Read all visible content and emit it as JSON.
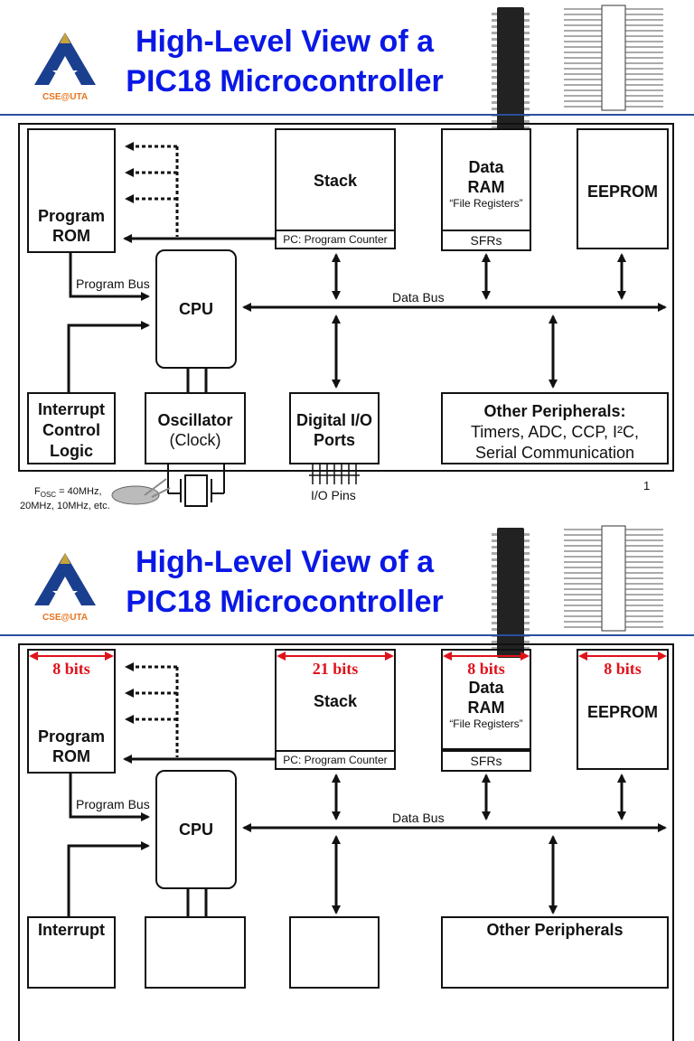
{
  "slides": [
    {
      "title_line1": "High-Level View of a",
      "title_line2": "PIC18 Microcontroller",
      "logo_text": "CSE@UTA",
      "blocks": {
        "program_rom": "Program ROM",
        "stack": "Stack",
        "pc": "PC: Program Counter",
        "data_ram": "Data RAM",
        "file_registers": "“File Registers”",
        "sfrs": "SFRs",
        "eeprom": "EEPROM",
        "cpu": "CPU",
        "interrupt": "Interrupt Control Logic",
        "oscillator": "Oscillator",
        "clock": "(Clock)",
        "digital_io": "Digital I/O Ports",
        "other_title": "Other Peripherals:",
        "other_line1": "Timers, ADC, CCP, I²C,",
        "other_line2": "Serial Communication"
      },
      "labels": {
        "program_bus": "Program Bus",
        "data_bus": "Data Bus",
        "io_pins": "I/O Pins",
        "fosc": "F",
        "fosc_sub": "OSC",
        "fosc_rest": " = 40MHz,",
        "fosc_line2": "20MHz, 10MHz, etc."
      },
      "page_number": "1",
      "bit_widths": null
    },
    {
      "title_line1": "High-Level View of a",
      "title_line2": "PIC18 Microcontroller",
      "logo_text": "CSE@UTA",
      "blocks": {
        "program_rom": "Program ROM",
        "stack": "Stack",
        "pc": "PC: Program Counter",
        "data_ram": "Data RAM",
        "file_registers": "“File Registers”",
        "sfrs": "SFRs",
        "eeprom": "EEPROM",
        "cpu": "CPU",
        "interrupt": "Interrupt",
        "oscillator": "",
        "clock": "",
        "digital_io": "",
        "other_title": "Other Peripherals",
        "other_line1": "",
        "other_line2": ""
      },
      "labels": {
        "program_bus": "Program Bus",
        "data_bus": "Data Bus"
      },
      "bit_widths": {
        "program_rom": "8 bits",
        "stack": "21 bits",
        "data_ram": "8 bits",
        "eeprom": "8 bits"
      }
    }
  ],
  "colors": {
    "title": "#0a18e6",
    "bits": "#e0121a",
    "rule": "#2a4fa0"
  }
}
